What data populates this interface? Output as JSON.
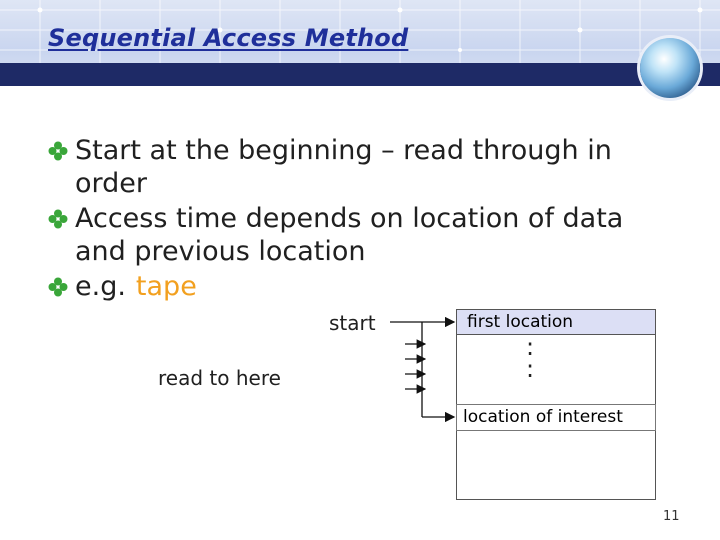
{
  "title": "Sequential Access Method",
  "bullets": [
    {
      "lead": "Start at the beginning – read through in",
      "cont": "order"
    },
    {
      "lead": "Access time depends on location of data",
      "cont": "and previous location"
    },
    {
      "lead": "e.g.",
      "emphasis": "tape"
    }
  ],
  "diagram": {
    "start_label": "start",
    "read_label": "read to here",
    "first_cell": "first location",
    "ellipsis": ":",
    "interest_cell": "location of interest"
  },
  "page_number": "11",
  "colors": {
    "title": "#1f2f9a",
    "accent": "#f2a01f",
    "rule": "#1e2a66",
    "first_cell_bg": "#dcdff5"
  }
}
